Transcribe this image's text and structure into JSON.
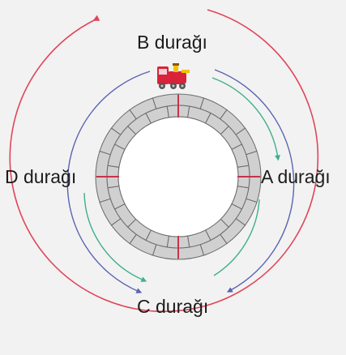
{
  "stops": {
    "b": "B durağı",
    "a": "A durağı",
    "c": "C durağı",
    "d": "D durağı"
  },
  "colors": {
    "outer_path": "#e0455a",
    "middle_path": "#5a63b0",
    "inner_path": "#3fae8c",
    "track_tile": "#d0d0d0",
    "track_stroke": "#6a6a6a",
    "stop_marker": "#c8324a",
    "train_body": "#d8233a",
    "train_accent": "#f2c200"
  },
  "icons": {
    "vehicle": "toy-train-icon"
  }
}
